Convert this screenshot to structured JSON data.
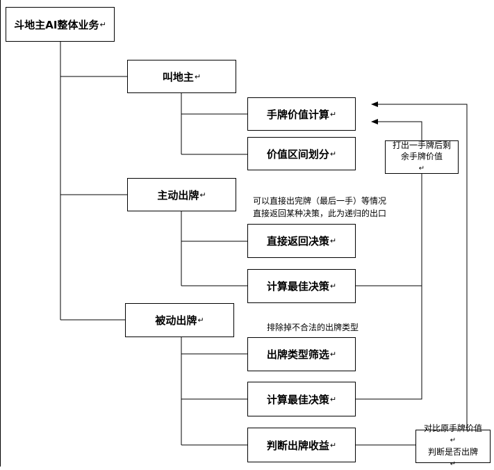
{
  "return_mark": "↵",
  "root": "斗地主AI整体业务",
  "sections": [
    {
      "label": "叫地主",
      "children": [
        "手牌价值计算",
        "价值区间划分"
      ]
    },
    {
      "label": "主动出牌",
      "children": [
        "直接返回决策",
        "计算最佳决策"
      ]
    },
    {
      "label": "被动出牌",
      "children": [
        "出牌类型筛选",
        "计算最佳决策",
        "判断出牌收益"
      ]
    }
  ],
  "annotations": {
    "active": [
      "可以直接出完牌（最后一手）等情况",
      "直接返回某种决策，此为递归的出口"
    ],
    "passive": "排除掉不合法的出牌类型"
  },
  "side_notes": {
    "remaining_value": [
      "打出一手牌后剩",
      "余手牌价值"
    ],
    "compare_value": [
      "对比原手牌价值",
      "判断是否出牌"
    ]
  },
  "colors": {
    "line": "#000000",
    "background": "#ffffff"
  }
}
